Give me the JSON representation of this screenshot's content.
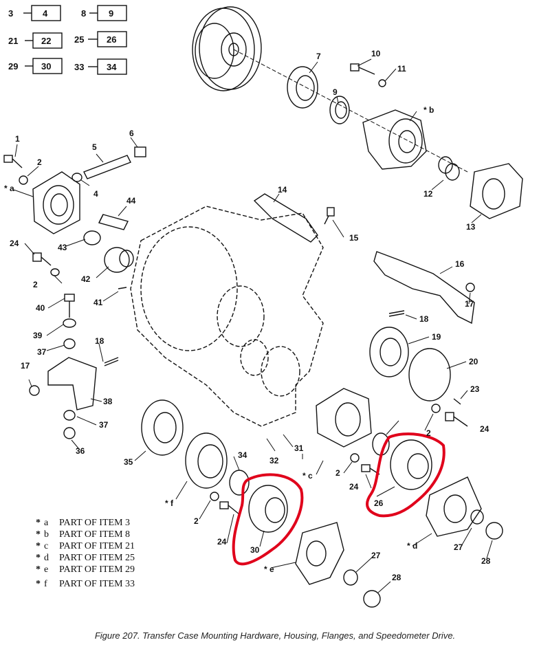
{
  "equivalence_boxes": [
    {
      "left": "3",
      "right": "4"
    },
    {
      "left": "8",
      "right": "9"
    },
    {
      "left": "21",
      "right": "22"
    },
    {
      "left": "25",
      "right": "26"
    },
    {
      "left": "29",
      "right": "30"
    },
    {
      "left": "33",
      "right": "34"
    }
  ],
  "item_labels": [
    "1",
    "2",
    "4",
    "5",
    "6",
    "7",
    "9",
    "10",
    "11",
    "12",
    "13",
    "14",
    "15",
    "16",
    "17",
    "18",
    "19",
    "20",
    "23",
    "24",
    "26",
    "27",
    "28",
    "30",
    "31",
    "32",
    "34",
    "35",
    "36",
    "37",
    "38",
    "39",
    "40",
    "41",
    "42",
    "43",
    "44"
  ],
  "subassembly_labels": [
    "* a",
    "* b",
    "* c",
    "* d",
    "* e",
    "* f"
  ],
  "legend": [
    {
      "star": "*",
      "key": "a",
      "text": "PART OF ITEM  3"
    },
    {
      "star": "*",
      "key": "b",
      "text": "PART OF ITEM  8"
    },
    {
      "star": "*",
      "key": "c",
      "text": "PART OF ITEM 21"
    },
    {
      "star": "*",
      "key": "d",
      "text": "PART OF ITEM 25"
    },
    {
      "star": "*",
      "key": "e",
      "text": "PART OF ITEM 29"
    },
    {
      "star": "*",
      "key": "f",
      "text": "PART OF ITEM 33"
    }
  ],
  "caption": "Figure 207.  Transfer Case Mounting Hardware, Housing, Flanges, and Speedometer Drive.",
  "highlight_color": "#e0001b",
  "ink_color": "#111111"
}
